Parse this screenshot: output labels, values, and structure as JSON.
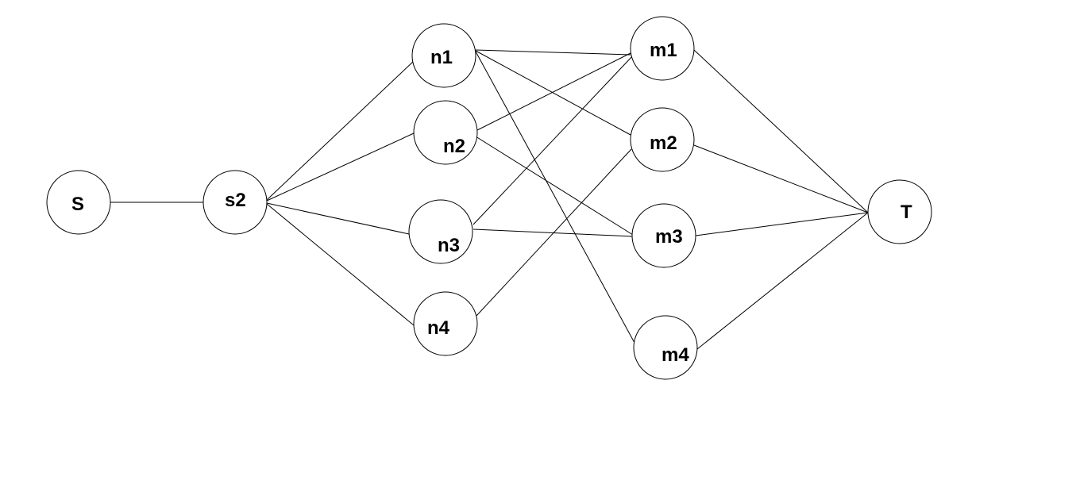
{
  "colors": {
    "stroke": "#000000",
    "fill": "#ffffff",
    "background": "#ffffff"
  },
  "nodes": [
    {
      "id": "S",
      "label": "S"
    },
    {
      "id": "s2",
      "label": "s2"
    },
    {
      "id": "n1",
      "label": "n1"
    },
    {
      "id": "n2",
      "label": "n2"
    },
    {
      "id": "n3",
      "label": "n3"
    },
    {
      "id": "n4",
      "label": "n4"
    },
    {
      "id": "m1",
      "label": "m1"
    },
    {
      "id": "m2",
      "label": "m2"
    },
    {
      "id": "m3",
      "label": "m3"
    },
    {
      "id": "m4",
      "label": "m4"
    },
    {
      "id": "T",
      "label": "T"
    }
  ],
  "edges": [
    {
      "from": "S",
      "to": "s2"
    },
    {
      "from": "s2",
      "to": "n1"
    },
    {
      "from": "s2",
      "to": "n2"
    },
    {
      "from": "s2",
      "to": "n3"
    },
    {
      "from": "s2",
      "to": "n4"
    },
    {
      "from": "n1",
      "to": "m1"
    },
    {
      "from": "n1",
      "to": "m2"
    },
    {
      "from": "n1",
      "to": "m4"
    },
    {
      "from": "n2",
      "to": "m1"
    },
    {
      "from": "n2",
      "to": "m3"
    },
    {
      "from": "n3",
      "to": "m1"
    },
    {
      "from": "n3",
      "to": "m3"
    },
    {
      "from": "n4",
      "to": "m2"
    },
    {
      "from": "m1",
      "to": "T"
    },
    {
      "from": "m2",
      "to": "T"
    },
    {
      "from": "m3",
      "to": "T"
    },
    {
      "from": "m4",
      "to": "T"
    }
  ]
}
